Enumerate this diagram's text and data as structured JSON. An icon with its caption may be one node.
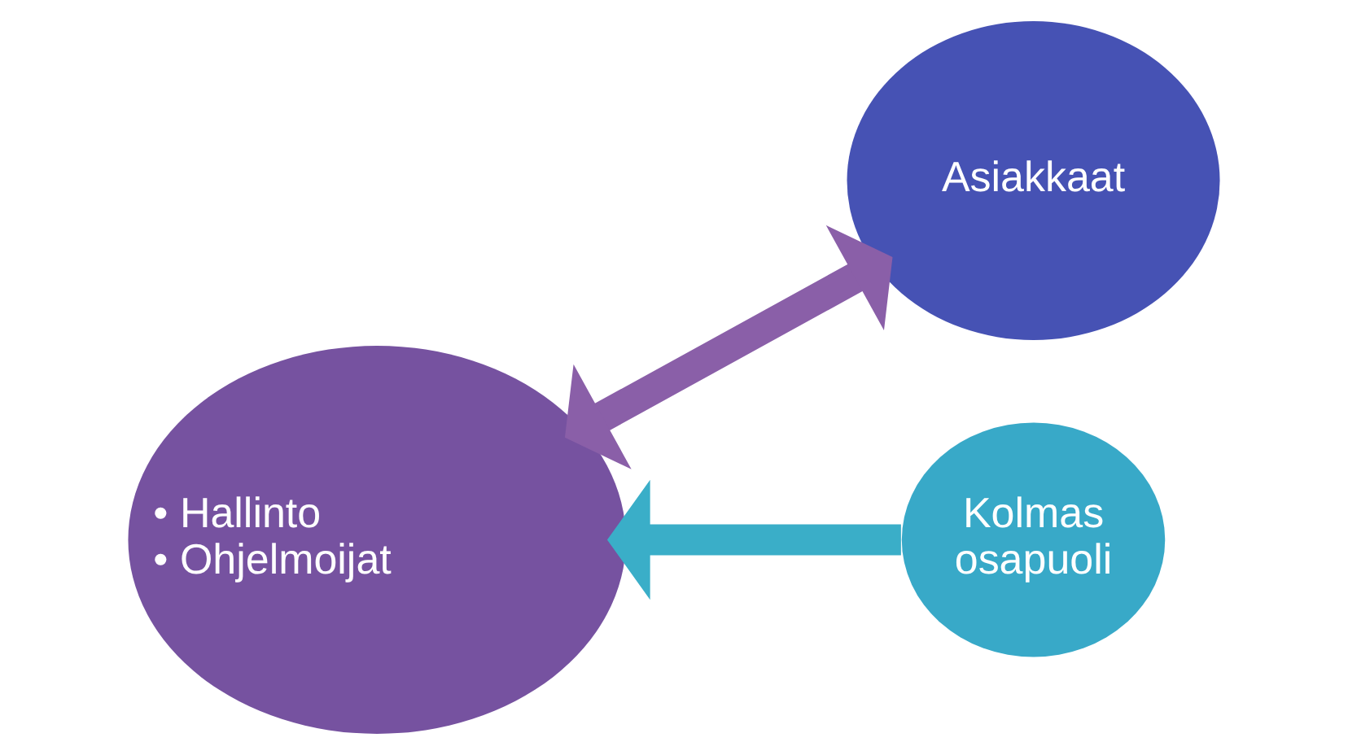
{
  "diagram": {
    "nodes": [
      {
        "text": [
          "• Hallinto",
          "• Ohjelmoijat"
        ]
      },
      {
        "text": [
          "Asiakkaat"
        ]
      },
      {
        "text": [
          "Kolmas osapuoli"
        ]
      }
    ],
    "edges": [
      {
        "from": 0,
        "to": 1,
        "arrow": "both",
        "color": "#8a5fa8"
      },
      {
        "from": 2,
        "to": 0,
        "arrow": "to",
        "color": "#3aaec8"
      }
    ]
  }
}
